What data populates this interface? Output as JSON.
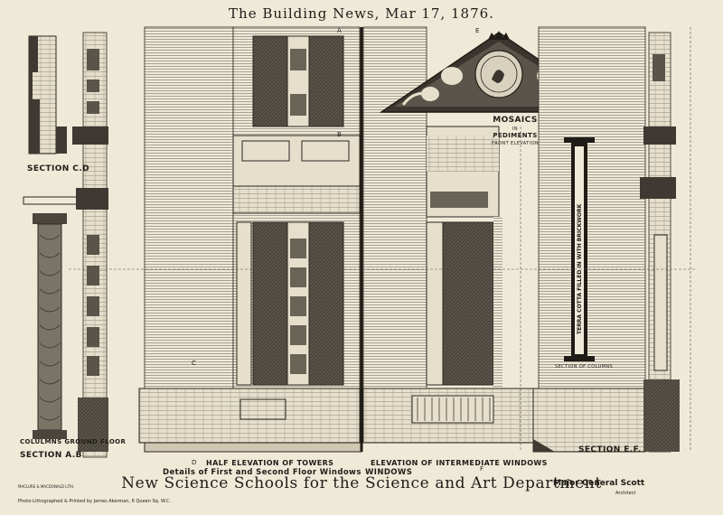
{
  "header": {
    "publication": "The Building News, Mar 17, 1876."
  },
  "title": {
    "main": "New Science Schools for the Science and Art Department",
    "subtitle": "Details of First and Second Floor Windows",
    "architect": "Major General Scott",
    "architect_role": "Architect"
  },
  "labels": {
    "section_cd": "SECTION C.D",
    "columns": "COLULMNS GROUND FLOOR",
    "section_ab": "SECTION A.B",
    "half_elevation": "HALF ELEVATION OF TOWERS",
    "elevation_windows_1": "ELEVATION OF INTERMEDIATE WINDOWS",
    "elevation_windows_2": "WINDOWS",
    "mosaics": "MOSAICS",
    "mosaics_in": "IN",
    "pediments": "PEDIMENTS",
    "front_elevation": "FRONT ELEVATION",
    "terra_cotta": "TERRA COTTA FILLED IN WITH BRICKWORK",
    "section_columns": "SECTION OF COLUMNS",
    "section_ef": "SECTION E.F."
  },
  "section_letters": {
    "a": "A",
    "b": "B",
    "c": "C",
    "d": "D",
    "e": "E",
    "f": "F"
  },
  "credits": {
    "printer": "Photo-Lithographed & Printed by James Akerman, 6 Queen Sq. W.C.",
    "engraver": "MACLURE & MACDONALD LITH."
  },
  "colors": {
    "paper": "#efe9d8",
    "ink": "#1f1c17",
    "mid": "#4a453d",
    "light": "#8d8778"
  }
}
